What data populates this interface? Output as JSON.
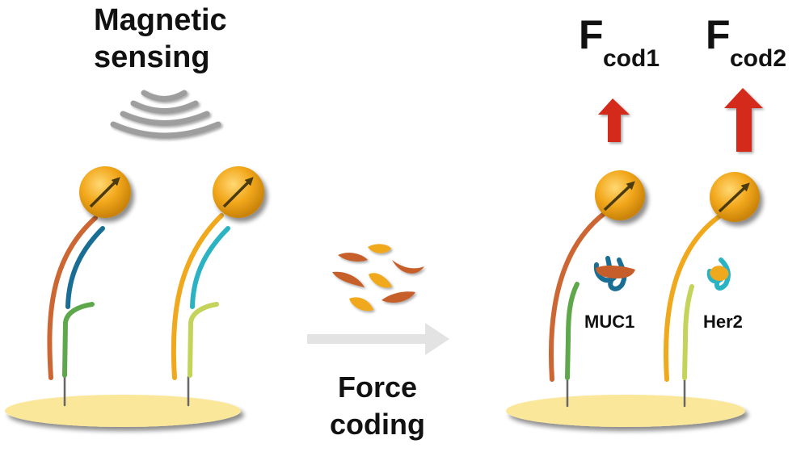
{
  "left_panel": {
    "title_line1": "Magnetic",
    "title_line2": "sensing",
    "signal_icon": "wireless-signal-arcs"
  },
  "middle": {
    "label_line1": "Force",
    "label_line2": "coding",
    "arrow_icon": "right-arrow"
  },
  "right_panel": {
    "force1": {
      "main": "F",
      "sub": "cod1"
    },
    "force2": {
      "main": "F",
      "sub": "cod2"
    },
    "target1": "MUC1",
    "target2": "Her2"
  },
  "colors": {
    "bead": "#f2a71b",
    "strand_orange_red": "#cc6633",
    "strand_orange": "#f0a81c",
    "strand_blue": "#1a6e94",
    "strand_cyan": "#2bb3c4",
    "strand_green": "#5ea84b",
    "strand_lightgreen": "#c4d35a",
    "substrate": "#fbe79a",
    "force_arrow": "#d42a1a",
    "signal": "#9e9e9e",
    "process_arrow": "#e3e3e3"
  }
}
